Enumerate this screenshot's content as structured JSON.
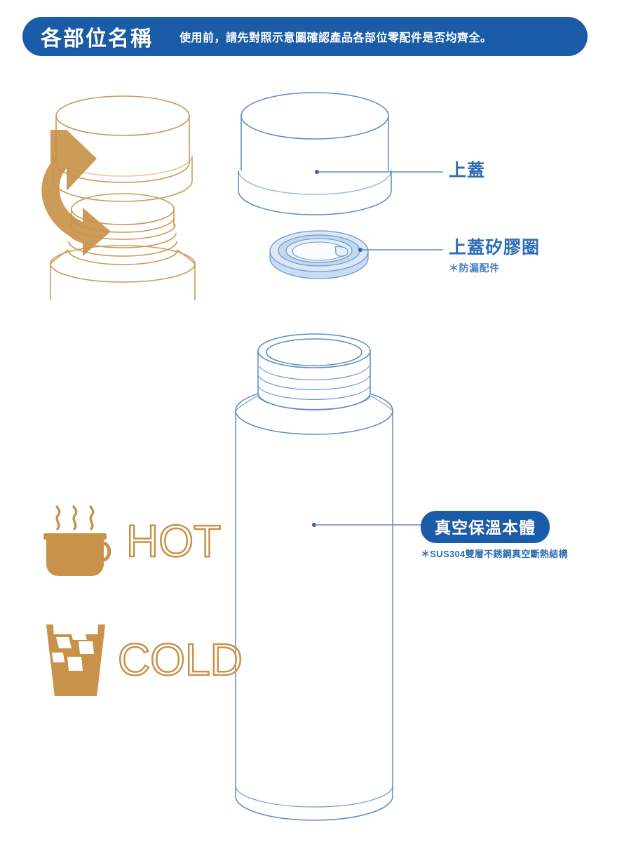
{
  "header": {
    "title": "各部位名稱",
    "subtitle": "使用前，請先對照示意圖確認產品各部位零配件是否均齊全。"
  },
  "colors": {
    "brand_blue": "#1B5CA8",
    "label_blue": "#2E6DB4",
    "line_blue": "#5B8BC4",
    "gold": "#C8924A",
    "ring_fill": "#DCE8F5"
  },
  "callouts": [
    {
      "id": "lid",
      "label": "上蓋",
      "note": "",
      "style": "plain"
    },
    {
      "id": "lid-gasket",
      "label": "上蓋矽膠圈",
      "note": "＊防漏配件",
      "style": "plain"
    },
    {
      "id": "vacuum-body",
      "label": "真空保溫本體",
      "note": "＊SUS304雙層不銹鋼真空斷熱結構",
      "style": "badge"
    }
  ],
  "features": [
    {
      "id": "hot",
      "word": "HOT",
      "icon": "hot-mug-icon"
    },
    {
      "id": "cold",
      "word": "COLD",
      "icon": "cold-glass-icon"
    }
  ],
  "diagram": {
    "exploded_lid_label": "lid-rotation-diagram",
    "lid_label": "lid-illustration",
    "gasket_label": "silicone-gasket-illustration",
    "body_label": "vacuum-bottle-illustration"
  }
}
